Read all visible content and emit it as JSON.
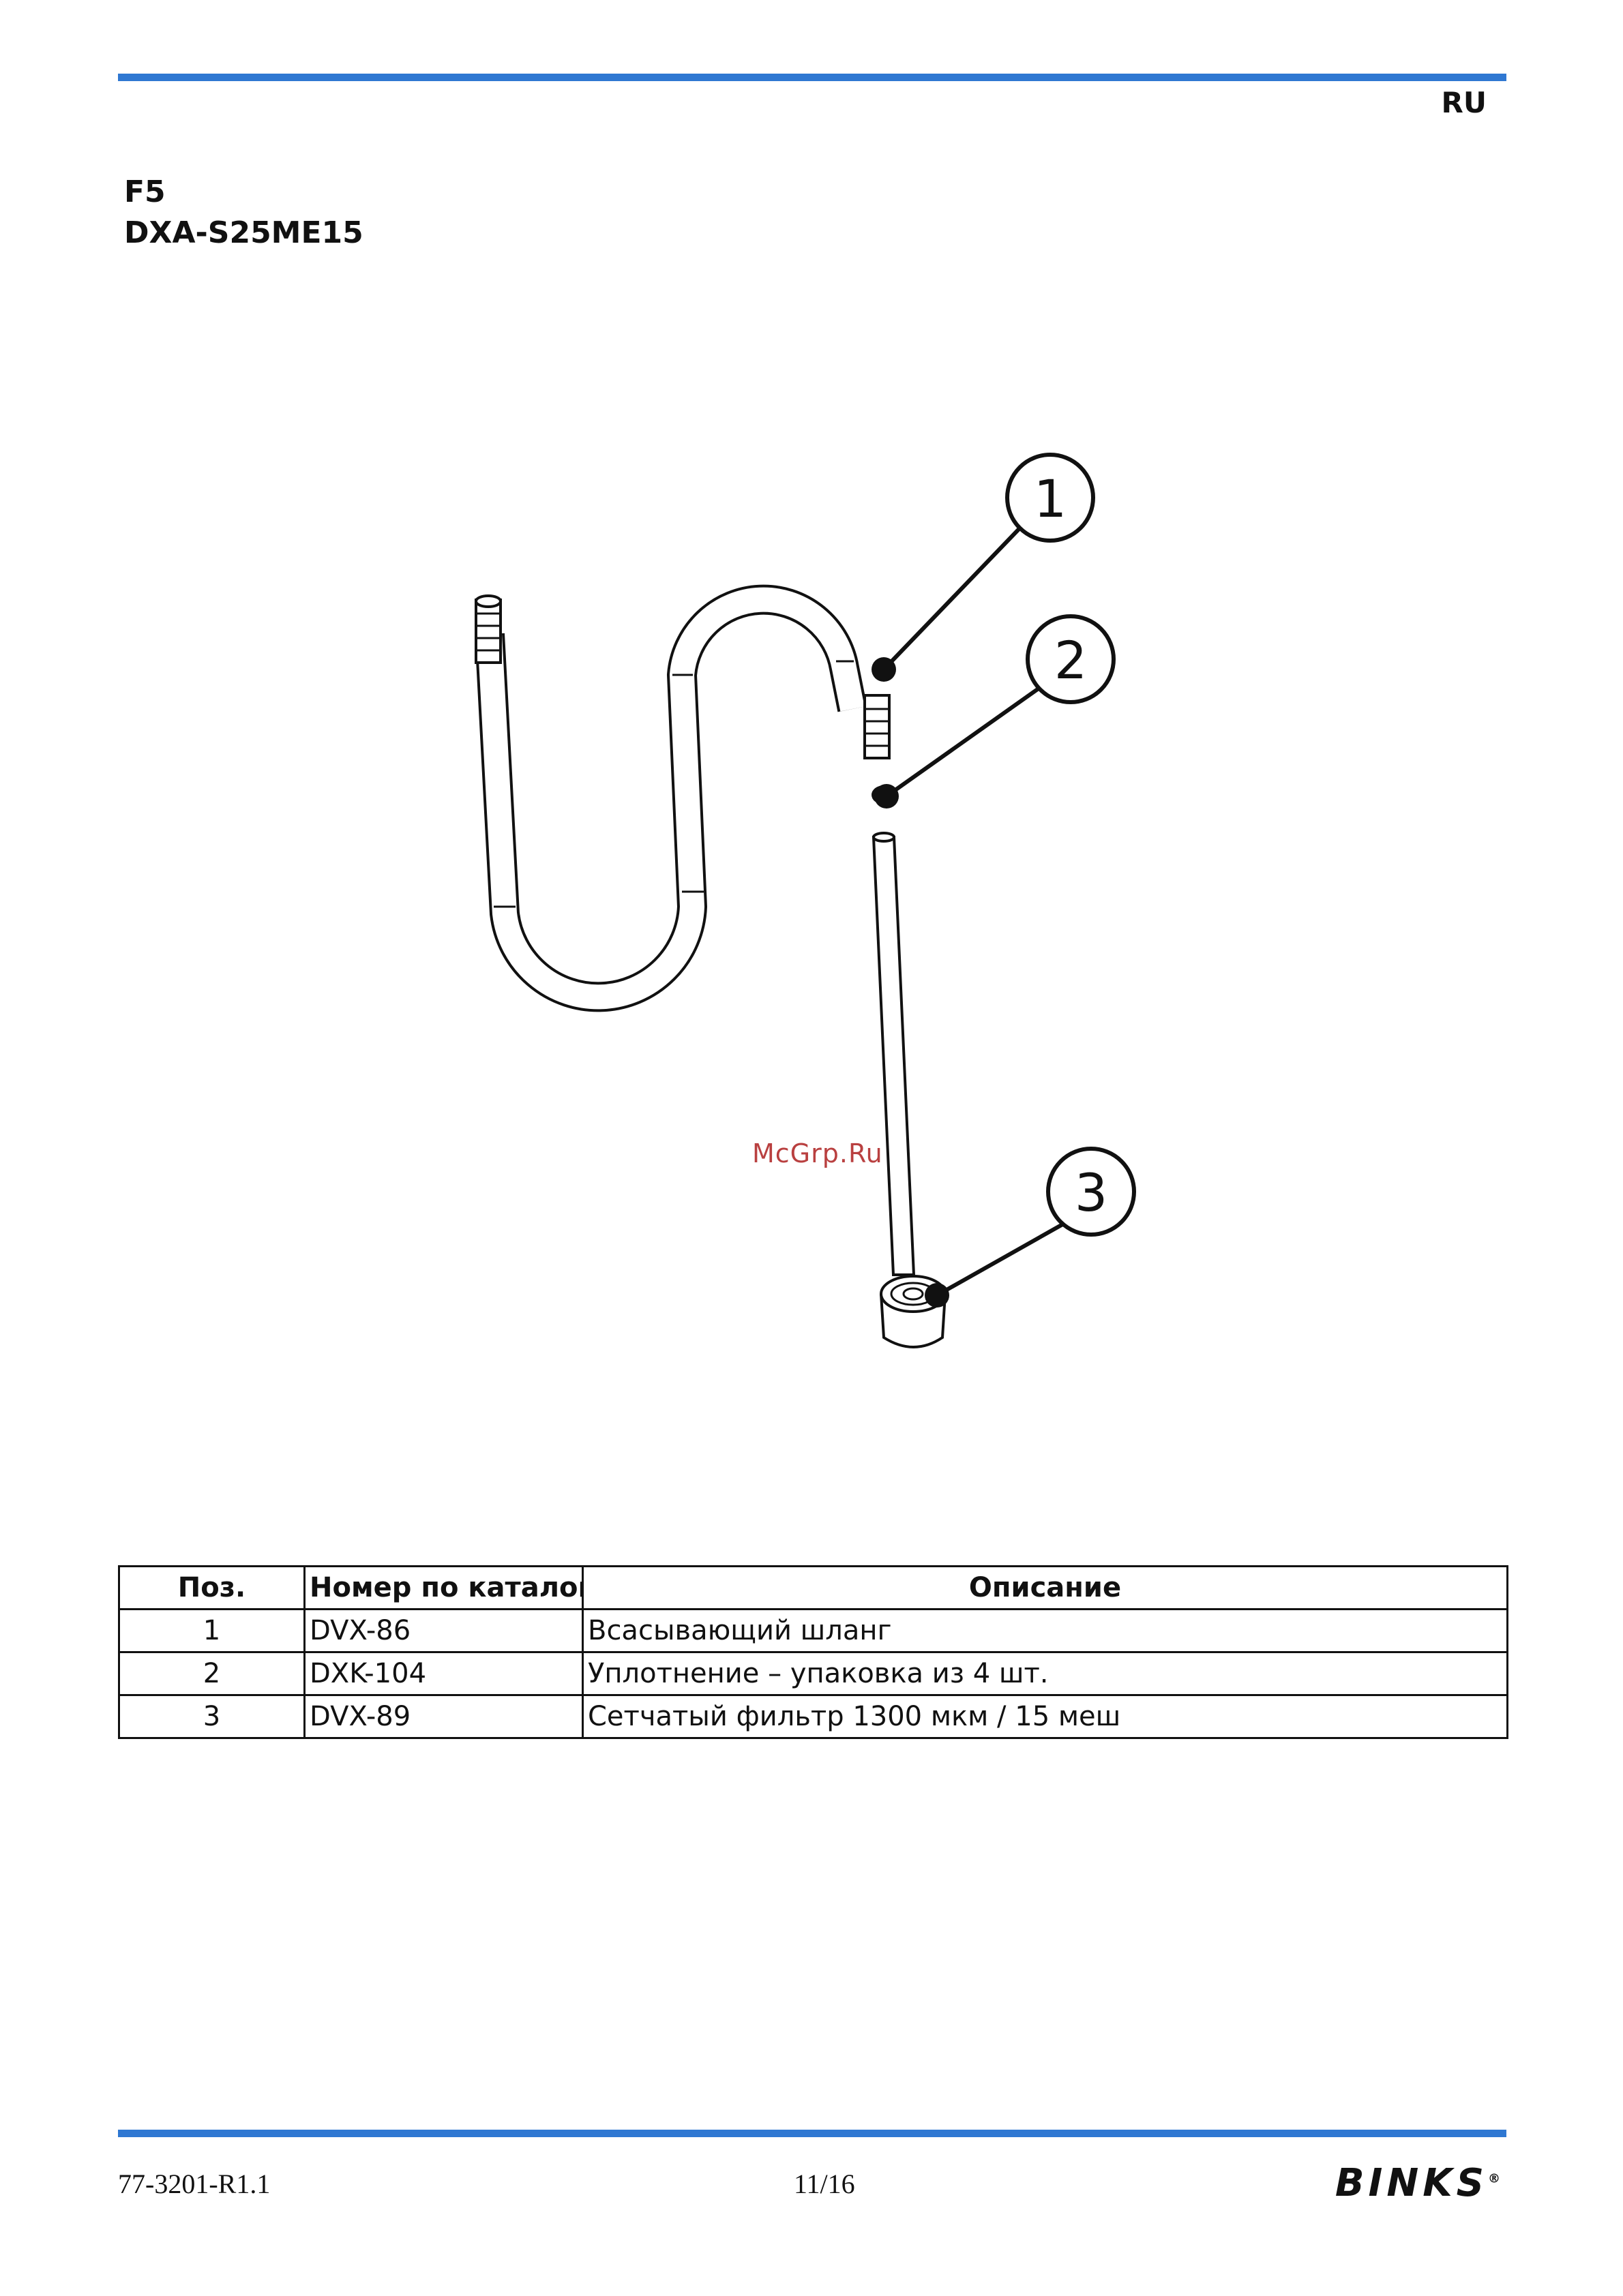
{
  "header": {
    "language": "RU"
  },
  "section": {
    "code": "F5",
    "model": "DXA-S25ME15"
  },
  "callouts": [
    "1",
    "2",
    "3"
  ],
  "watermark": "McGrp.Ru",
  "table": {
    "headers": [
      "Поз.",
      "Номер по каталогу",
      "Описание"
    ],
    "rows": [
      {
        "pos": "1",
        "part": "DVX-86",
        "desc": "Всасывающий шланг"
      },
      {
        "pos": "2",
        "part": "DXK-104",
        "desc": "Уплотнение – упаковка из 4 шт."
      },
      {
        "pos": "3",
        "part": "DVX-89",
        "desc": "Сетчатый фильтр 1300 мкм / 15 меш"
      }
    ]
  },
  "footer": {
    "doc_number": "77-3201-R1.1",
    "page": "11/16",
    "brand": "BINKS"
  }
}
